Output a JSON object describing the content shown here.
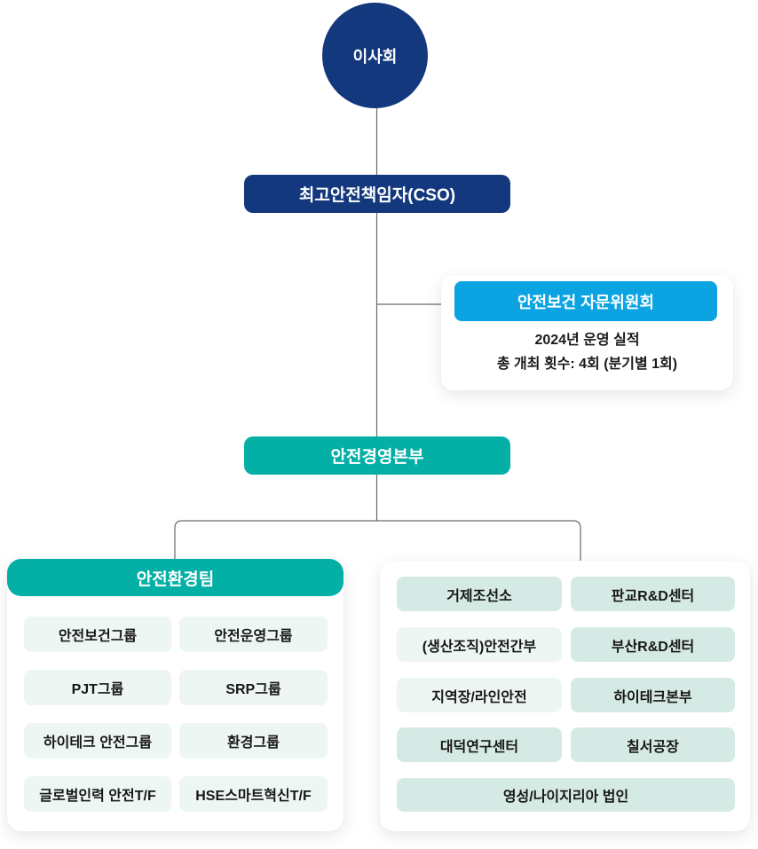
{
  "colors": {
    "navy": "#14387E",
    "sky_blue": "#0BA3E2",
    "teal": "#04AFA5",
    "mint": "#D5EAE4",
    "mint_light": "#EDF6F3"
  },
  "nodes": {
    "board": "이사회",
    "cso": "최고안전책임자(CSO)",
    "division": "안전경영본부"
  },
  "advisory": {
    "title": "안전보건 자문위원회",
    "body_line1": "2024년 운영 실적",
    "body_line2": "총 개최 횟수: 4회 (분기별 1회)"
  },
  "team_card": {
    "title": "안전환경팀",
    "groups": [
      "안전보건그룹",
      "안전운영그룹",
      "PJT그룹",
      "SRP그룹",
      "하이테크 안전그룹",
      "환경그룹",
      "글로벌인력 안전T/F",
      "HSE스마트혁신T/F"
    ]
  },
  "sites_card": {
    "col1": [
      "거제조선소",
      "(생산조직)안전간부",
      "지역장/라인안전",
      "대덕연구센터"
    ],
    "col2": [
      "판교R&D센터",
      "부산R&D센터",
      "하이테크본부",
      "칠서공장"
    ],
    "full_width": "영성/나이지리아 법인"
  }
}
